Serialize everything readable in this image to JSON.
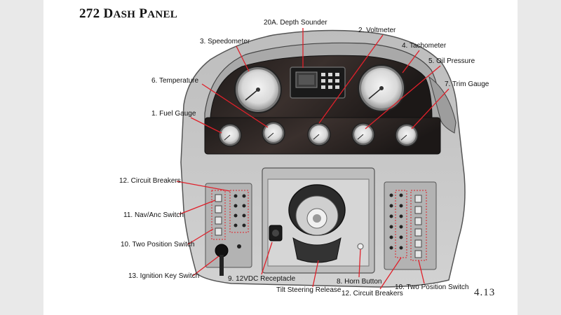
{
  "document": {
    "title_number": "272",
    "title_word1_initial": "D",
    "title_word1_rest": "ASH",
    "title_word2_initial": "P",
    "title_word2_rest": "ANEL",
    "page_number": "4.13"
  },
  "callouts": {
    "depth_sounder": "20A. Depth Sounder",
    "voltmeter": "2. Voltmeter",
    "speedometer": "3. Speedometer",
    "tachometer": "4. Tachometer",
    "oil_pressure": "5. Oil Pressure",
    "temperature": "6. Temperature",
    "trim_gauge": "7. Trim Gauge",
    "fuel_gauge": "1. Fuel Gauge",
    "circuit_breakers_left": "12. Circuit Breakers",
    "nav_anc_switch": "11. Nav/Anc Switch",
    "two_position_switch_left": "10. Two Position Switch",
    "ignition_key_switch": "13. Ignition Key Switch",
    "receptacle_12vdc": "9. 12VDC Receptacle",
    "tilt_steering_release": "Tilt Steering Release",
    "horn_button": "8. Horn Button",
    "circuit_breakers_bottom": "12. Circuit Breakers",
    "two_position_switch_right": "10. Two Position Switch"
  },
  "colors": {
    "callout_line": "#e0202a",
    "panel_gray": "#c9c9c9",
    "woodgrain": "#2a2322"
  }
}
